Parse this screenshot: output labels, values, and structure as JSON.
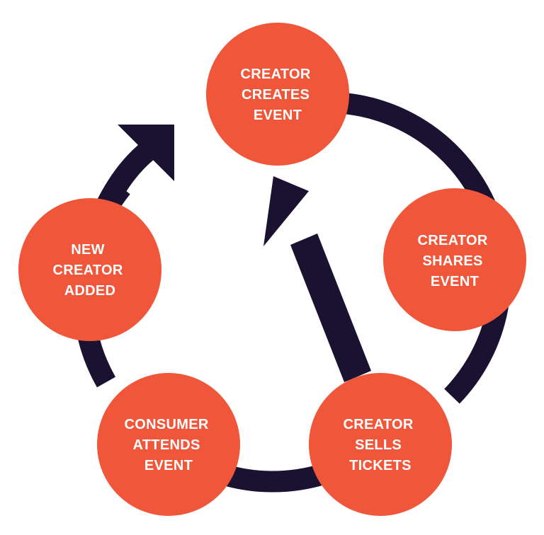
{
  "colors": {
    "node_fill": "#F0573A",
    "connector": "#1A1230",
    "label_text": "#FFFFFF",
    "background": "#FFFFFF"
  },
  "nodes": [
    {
      "id": "creator-creates-event",
      "lines": [
        "CREATOR",
        "CREATES",
        "EVENT"
      ]
    },
    {
      "id": "creator-shares-event",
      "lines": [
        "CREATOR",
        "SHARES",
        "EVENT"
      ]
    },
    {
      "id": "creator-sells-tickets",
      "lines": [
        "CREATOR",
        "SELLS",
        "TICKETS"
      ]
    },
    {
      "id": "consumer-attends-event",
      "lines": [
        "CONSUMER",
        "ATTENDS",
        "EVENT"
      ]
    },
    {
      "id": "new-creator-added",
      "lines": [
        "NEW",
        "CREATOR",
        "ADDED"
      ]
    }
  ]
}
